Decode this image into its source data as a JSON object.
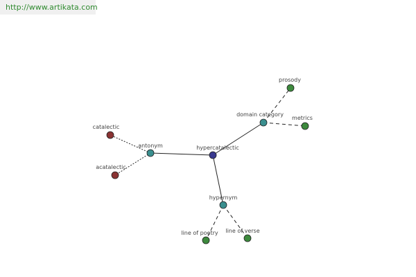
{
  "url": "http://www.artikata.com",
  "colors": {
    "center": "#39398f",
    "relation": "#3a8f8f",
    "leaf_green": "#3d8a3d",
    "leaf_red": "#8a3333"
  },
  "nodes": {
    "center": "hypercatalectic",
    "antonym": "antonym",
    "hypernym": "hypernym",
    "domain": "domain category",
    "catalectic": "catalectic",
    "acatalectic": "acatalectic",
    "line_of_poetry": "line of poetry",
    "line_of_verse": "line of verse",
    "prosody": "prosody",
    "metrics": "metrics"
  }
}
